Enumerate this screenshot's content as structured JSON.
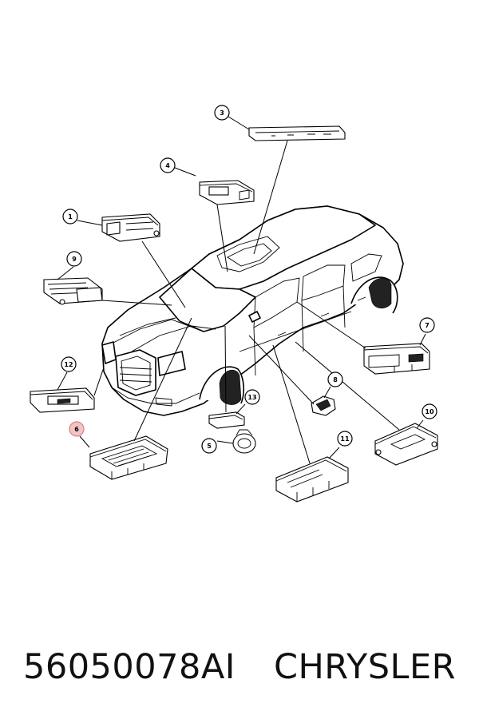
{
  "callouts": [
    {
      "id": "1",
      "label": "1"
    },
    {
      "id": "3",
      "label": "3"
    },
    {
      "id": "4",
      "label": "4"
    },
    {
      "id": "5",
      "label": "5"
    },
    {
      "id": "6",
      "label": "6",
      "highlighted": true
    },
    {
      "id": "7",
      "label": "7"
    },
    {
      "id": "8",
      "label": "8"
    },
    {
      "id": "9",
      "label": "9"
    },
    {
      "id": "10",
      "label": "10"
    },
    {
      "id": "11",
      "label": "11"
    },
    {
      "id": "12",
      "label": "12"
    },
    {
      "id": "13",
      "label": "13"
    }
  ],
  "footer": {
    "part_number": "56050078AI",
    "brand": "CHRYSLER"
  },
  "colors": {
    "highlight_fill": "#f2c4c4",
    "highlight_stroke": "#d98080",
    "ink": "#000000"
  }
}
